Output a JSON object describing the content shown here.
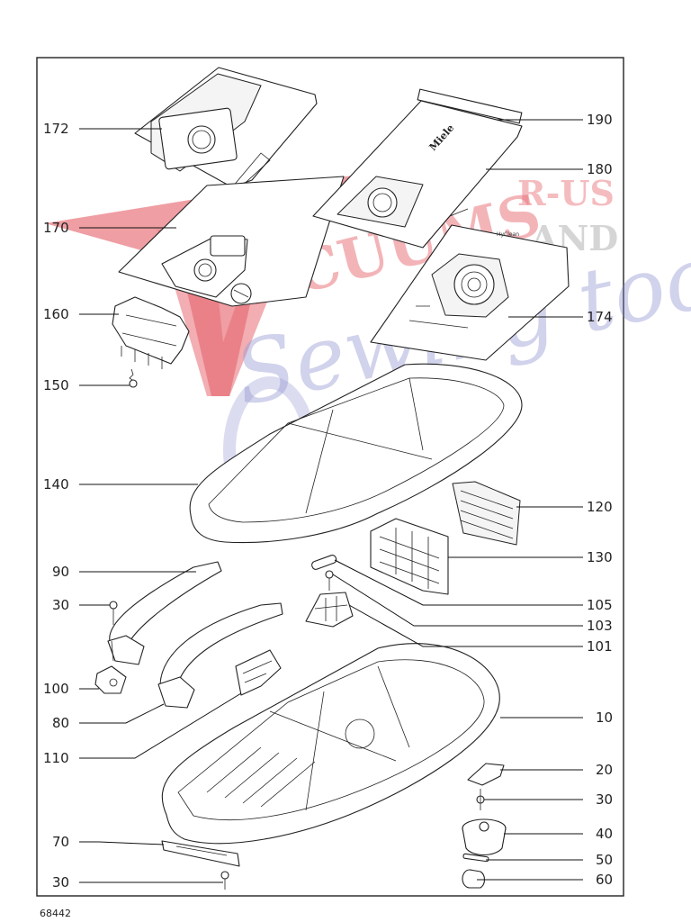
{
  "watermark": {
    "text": "VACUUMS R-US AND Sewing too",
    "color": "#e0404a",
    "secondary_color": "#7c7fc6"
  },
  "bag_labels": {
    "miele_brand": "Miele",
    "hyclean": "HyClean"
  },
  "footer_code": "68442",
  "callouts": [
    {
      "id": "c172",
      "text": "172"
    },
    {
      "id": "c170",
      "text": "170"
    },
    {
      "id": "c160",
      "text": "160"
    },
    {
      "id": "c150",
      "text": "150"
    },
    {
      "id": "c140",
      "text": "140"
    },
    {
      "id": "c90",
      "text": "90"
    },
    {
      "id": "c30a",
      "text": "30"
    },
    {
      "id": "c100",
      "text": "100"
    },
    {
      "id": "c80",
      "text": "80"
    },
    {
      "id": "c110",
      "text": "110"
    },
    {
      "id": "c70",
      "text": "70"
    },
    {
      "id": "c30d",
      "text": "30"
    },
    {
      "id": "c190",
      "text": "190"
    },
    {
      "id": "c180",
      "text": "180"
    },
    {
      "id": "c174",
      "text": "174"
    },
    {
      "id": "c120",
      "text": "120"
    },
    {
      "id": "c130",
      "text": "130"
    },
    {
      "id": "c105",
      "text": "105"
    },
    {
      "id": "c103",
      "text": "103"
    },
    {
      "id": "c101",
      "text": "101"
    },
    {
      "id": "c10",
      "text": "10"
    },
    {
      "id": "c20",
      "text": "20"
    },
    {
      "id": "c30c",
      "text": "30"
    },
    {
      "id": "c40",
      "text": "40"
    },
    {
      "id": "c50",
      "text": "50"
    },
    {
      "id": "c60",
      "text": "60"
    }
  ]
}
